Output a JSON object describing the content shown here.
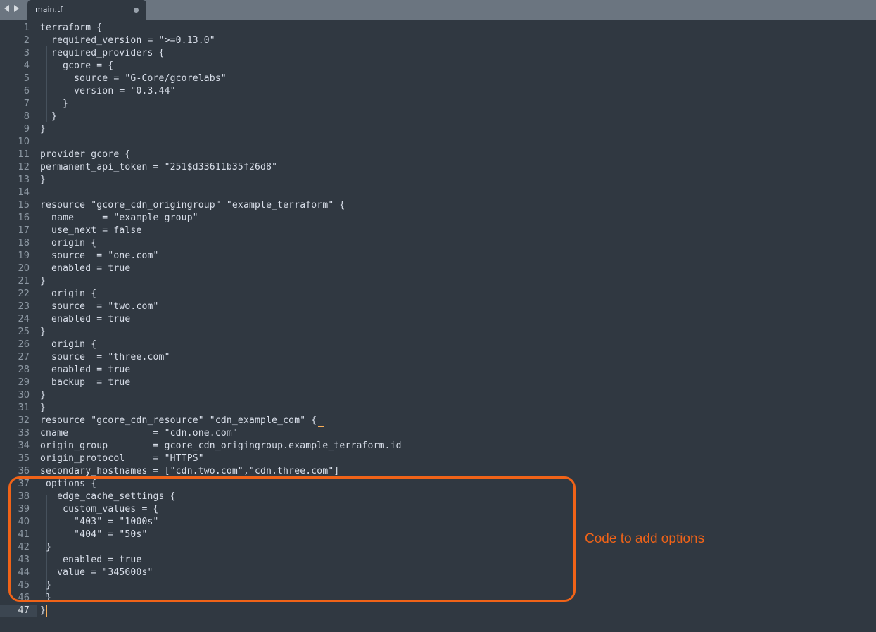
{
  "tab": {
    "filename": "main.tf"
  },
  "editor": {
    "active_line": 47,
    "lines": [
      {
        "n": "1",
        "text": "terraform {"
      },
      {
        "n": "2",
        "text": "  required_version = \">=0.13.0\""
      },
      {
        "n": "3",
        "text": "  required_providers {"
      },
      {
        "n": "4",
        "text": "    gcore = {"
      },
      {
        "n": "5",
        "text": "      source = \"G-Core/gcorelabs\""
      },
      {
        "n": "6",
        "text": "      version = \"0.3.44\""
      },
      {
        "n": "7",
        "text": "    }"
      },
      {
        "n": "8",
        "text": "  }"
      },
      {
        "n": "9",
        "text": "}"
      },
      {
        "n": "10",
        "text": ""
      },
      {
        "n": "11",
        "text": "provider gcore {"
      },
      {
        "n": "12",
        "text": "permanent_api_token = \"251$d33611b35f26d8\""
      },
      {
        "n": "13",
        "text": "}"
      },
      {
        "n": "14",
        "text": ""
      },
      {
        "n": "15",
        "text": "resource \"gcore_cdn_origingroup\" \"example_terraform\" {"
      },
      {
        "n": "16",
        "text": "  name     = \"example group\""
      },
      {
        "n": "17",
        "text": "  use_next = false"
      },
      {
        "n": "18",
        "text": "  origin {"
      },
      {
        "n": "19",
        "text": "  source  = \"one.com\""
      },
      {
        "n": "20",
        "text": "  enabled = true"
      },
      {
        "n": "21",
        "text": "}"
      },
      {
        "n": "22",
        "text": "  origin {"
      },
      {
        "n": "23",
        "text": "  source  = \"two.com\""
      },
      {
        "n": "24",
        "text": "  enabled = true"
      },
      {
        "n": "25",
        "text": "}"
      },
      {
        "n": "26",
        "text": "  origin {"
      },
      {
        "n": "27",
        "text": "  source  = \"three.com\""
      },
      {
        "n": "28",
        "text": "  enabled = true"
      },
      {
        "n": "29",
        "text": "  backup  = true"
      },
      {
        "n": "30",
        "text": "}"
      },
      {
        "n": "31",
        "text": "}"
      },
      {
        "n": "32",
        "text": "resource \"gcore_cdn_resource\" \"cdn_example_com\" {"
      },
      {
        "n": "33",
        "text": "cname               = \"cdn.one.com\""
      },
      {
        "n": "34",
        "text": "origin_group        = gcore_cdn_origingroup.example_terraform.id"
      },
      {
        "n": "35",
        "text": "origin_protocol     = \"HTTPS\""
      },
      {
        "n": "36",
        "text": "secondary_hostnames = [\"cdn.two.com\",\"cdn.three.com\"]"
      },
      {
        "n": "37",
        "text": " options {"
      },
      {
        "n": "38",
        "text": "   edge_cache_settings {"
      },
      {
        "n": "39",
        "text": "    custom_values = {"
      },
      {
        "n": "40",
        "text": "      \"403\" = \"1000s\""
      },
      {
        "n": "41",
        "text": "      \"404\" = \"50s\""
      },
      {
        "n": "42",
        "text": " }"
      },
      {
        "n": "43",
        "text": "    enabled = true"
      },
      {
        "n": "44",
        "text": "   value = \"345600s\""
      },
      {
        "n": "45",
        "text": " }"
      },
      {
        "n": "46",
        "text": " }"
      },
      {
        "n": "47",
        "text": "}"
      }
    ]
  },
  "annotation": {
    "text": "Code to add options",
    "color": "#f06318"
  },
  "colors": {
    "background": "#303841",
    "tabbar": "#6b7580",
    "text": "#d8dee9",
    "gutter_text": "#8d98a3",
    "cursor": "#f9ae58",
    "highlight": "#f06318"
  }
}
